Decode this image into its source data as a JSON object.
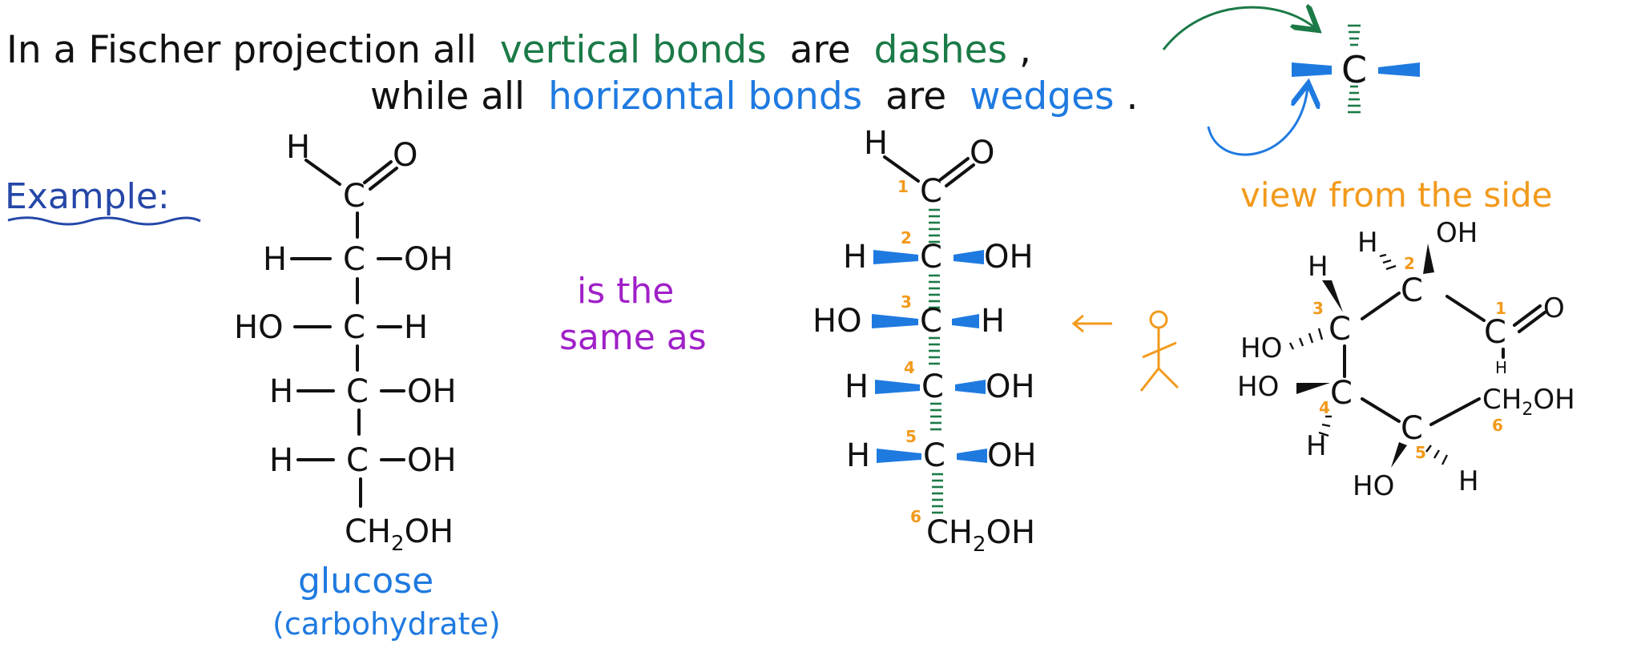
{
  "colors": {
    "ink": "#111111",
    "green": "#1b7a47",
    "blue": "#1f7ae0",
    "darkblue": "#2547a8",
    "purple": "#a020c8",
    "orange": "#f29a1c"
  },
  "header": {
    "line1_prefix": "In a Fischer projection all",
    "line1_vertical": "vertical bonds",
    "line1_are": "are",
    "line1_dashes": "dashes",
    "line1_comma": ",",
    "line2_prefix": "while all",
    "line2_horizontal": "horizontal bonds",
    "line2_are": "are",
    "line2_wedges": "wedges",
    "line2_period": "."
  },
  "example_label": "Example:",
  "same_as": {
    "line1": "is the",
    "line2": "same as"
  },
  "side_view_label": "view from the side",
  "glucose": {
    "name": "glucose",
    "class": "(carbohydrate)"
  },
  "atoms": {
    "C": "C",
    "H": "H",
    "O": "O",
    "OH": "OH",
    "HO": "HO",
    "CH2OH_main": "CH",
    "CH2OH_sub": "2",
    "CH2OH_tail": "OH",
    "dash": "—"
  },
  "fischer1": {
    "rows": [
      {
        "left": "H",
        "right": "OH"
      },
      {
        "left": "HO",
        "right": "H"
      },
      {
        "left": "H",
        "right": "OH"
      },
      {
        "left": "H",
        "right": "OH"
      }
    ]
  },
  "fischer2": {
    "numbers": [
      "1",
      "2",
      "3",
      "4",
      "5",
      "6"
    ],
    "rows": [
      {
        "left": "H",
        "right": "OH"
      },
      {
        "left": "HO",
        "right": "H"
      },
      {
        "left": "H",
        "right": "OH"
      },
      {
        "left": "H",
        "right": "OH"
      }
    ]
  },
  "ring": {
    "numbers": [
      "1",
      "2",
      "3",
      "4",
      "5",
      "6"
    ],
    "c2": {
      "top_left": "H",
      "top_right": "OH"
    },
    "c3": {
      "left": "HO",
      "top": "H"
    },
    "c4": {
      "left": "HO",
      "bottom": "H"
    },
    "c5": {
      "bottom_left": "HO",
      "bottom_right": "H"
    },
    "c1": {
      "top": "O",
      "bottom": "H"
    },
    "c6": "CH2OH"
  }
}
